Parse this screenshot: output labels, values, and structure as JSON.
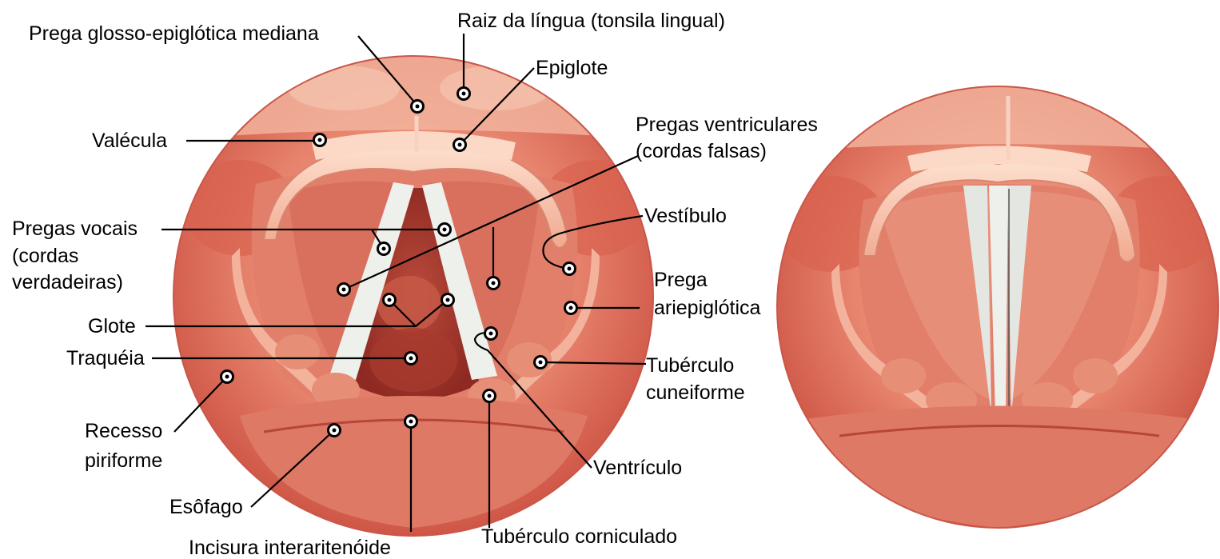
{
  "labels": {
    "prega_glosso": "Prega glosso-epiglótica mediana",
    "raiz_lingua": "Raiz da língua (tonsila lingual)",
    "epiglote": "Epiglote",
    "valecula": "Valécula",
    "pregas_ventriculares_1": "Pregas ventriculares",
    "pregas_ventriculares_2": "(cordas falsas)",
    "pregas_vocais_1": "Pregas vocais",
    "pregas_vocais_2": "(cordas",
    "pregas_vocais_3": "verdadeiras)",
    "vestibulo": "Vestíbulo",
    "prega_arie_1": "Prega",
    "prega_arie_2": "ariepiglótica",
    "glote": "Glote",
    "traqueia": "Traquéia",
    "tuberculo_cuneiforme_1": "Tubérculo",
    "tuberculo_cuneiforme_2": "cuneiforme",
    "recesso_1": "Recesso",
    "recesso_2": "piriforme",
    "ventriculo": "Ventrículo",
    "esofago": "Esôfago",
    "incisura": "Incisura interaritenóide",
    "tuberculo_corniculado": "Tubérculo corniculado"
  },
  "colors": {
    "tissue_base": "#e9826c",
    "tissue_dark": "#c84a3c",
    "tissue_light": "#f6b9a2",
    "cord_white": "#eef0ec",
    "leader": "#000000"
  }
}
